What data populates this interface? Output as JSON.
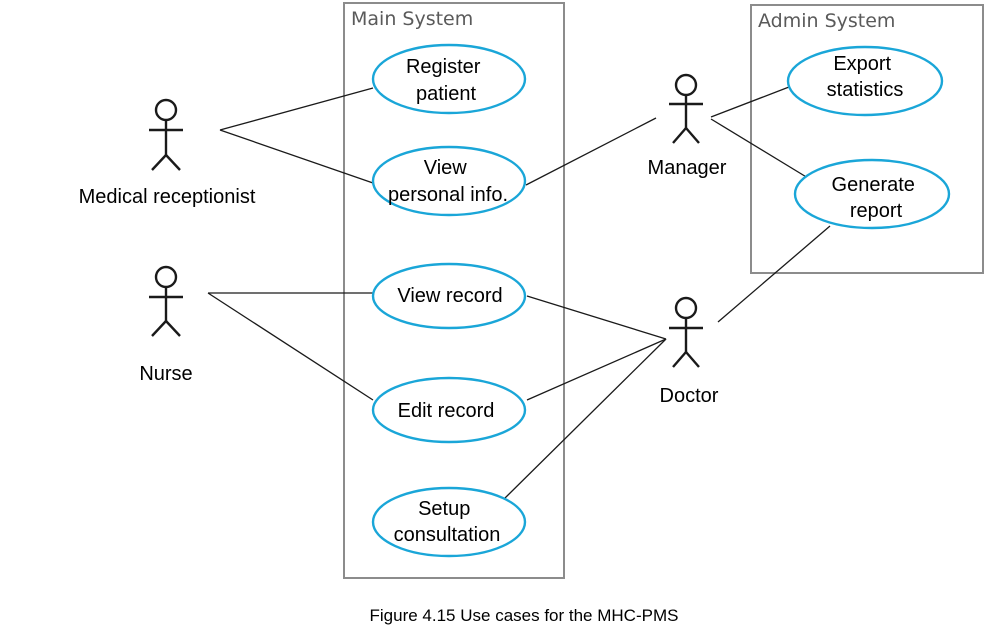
{
  "boundaries": {
    "main_system": "Main System",
    "admin_system": "Admin System"
  },
  "use_cases": {
    "register_patient": [
      "Register",
      "patient"
    ],
    "view_personal_info": [
      "View",
      "personal info."
    ],
    "view_record": [
      "View record"
    ],
    "edit_record": [
      "Edit record"
    ],
    "setup_consultation": [
      "Setup",
      "consultation"
    ],
    "export_statistics": [
      "Export",
      "statistics"
    ],
    "generate_report": [
      "Generate",
      "report"
    ]
  },
  "actors": {
    "medical_receptionist": "Medical receptionist",
    "nurse": "Nurse",
    "manager": "Manager",
    "doctor": "Doctor"
  },
  "associations": [
    [
      "medical_receptionist",
      "register_patient"
    ],
    [
      "medical_receptionist",
      "view_personal_info"
    ],
    [
      "nurse",
      "view_record"
    ],
    [
      "nurse",
      "edit_record"
    ],
    [
      "manager",
      "view_personal_info"
    ],
    [
      "manager",
      "export_statistics"
    ],
    [
      "manager",
      "generate_report"
    ],
    [
      "doctor",
      "view_record"
    ],
    [
      "doctor",
      "edit_record"
    ],
    [
      "doctor",
      "setup_consultation"
    ],
    [
      "doctor",
      "generate_report"
    ]
  ],
  "caption": "Figure 4.15 Use cases for the MHC-PMS",
  "colors": {
    "use_case_stroke": "#1aa6d8",
    "boundary_stroke": "#8c8c8c",
    "line": "#1a1a1a"
  }
}
